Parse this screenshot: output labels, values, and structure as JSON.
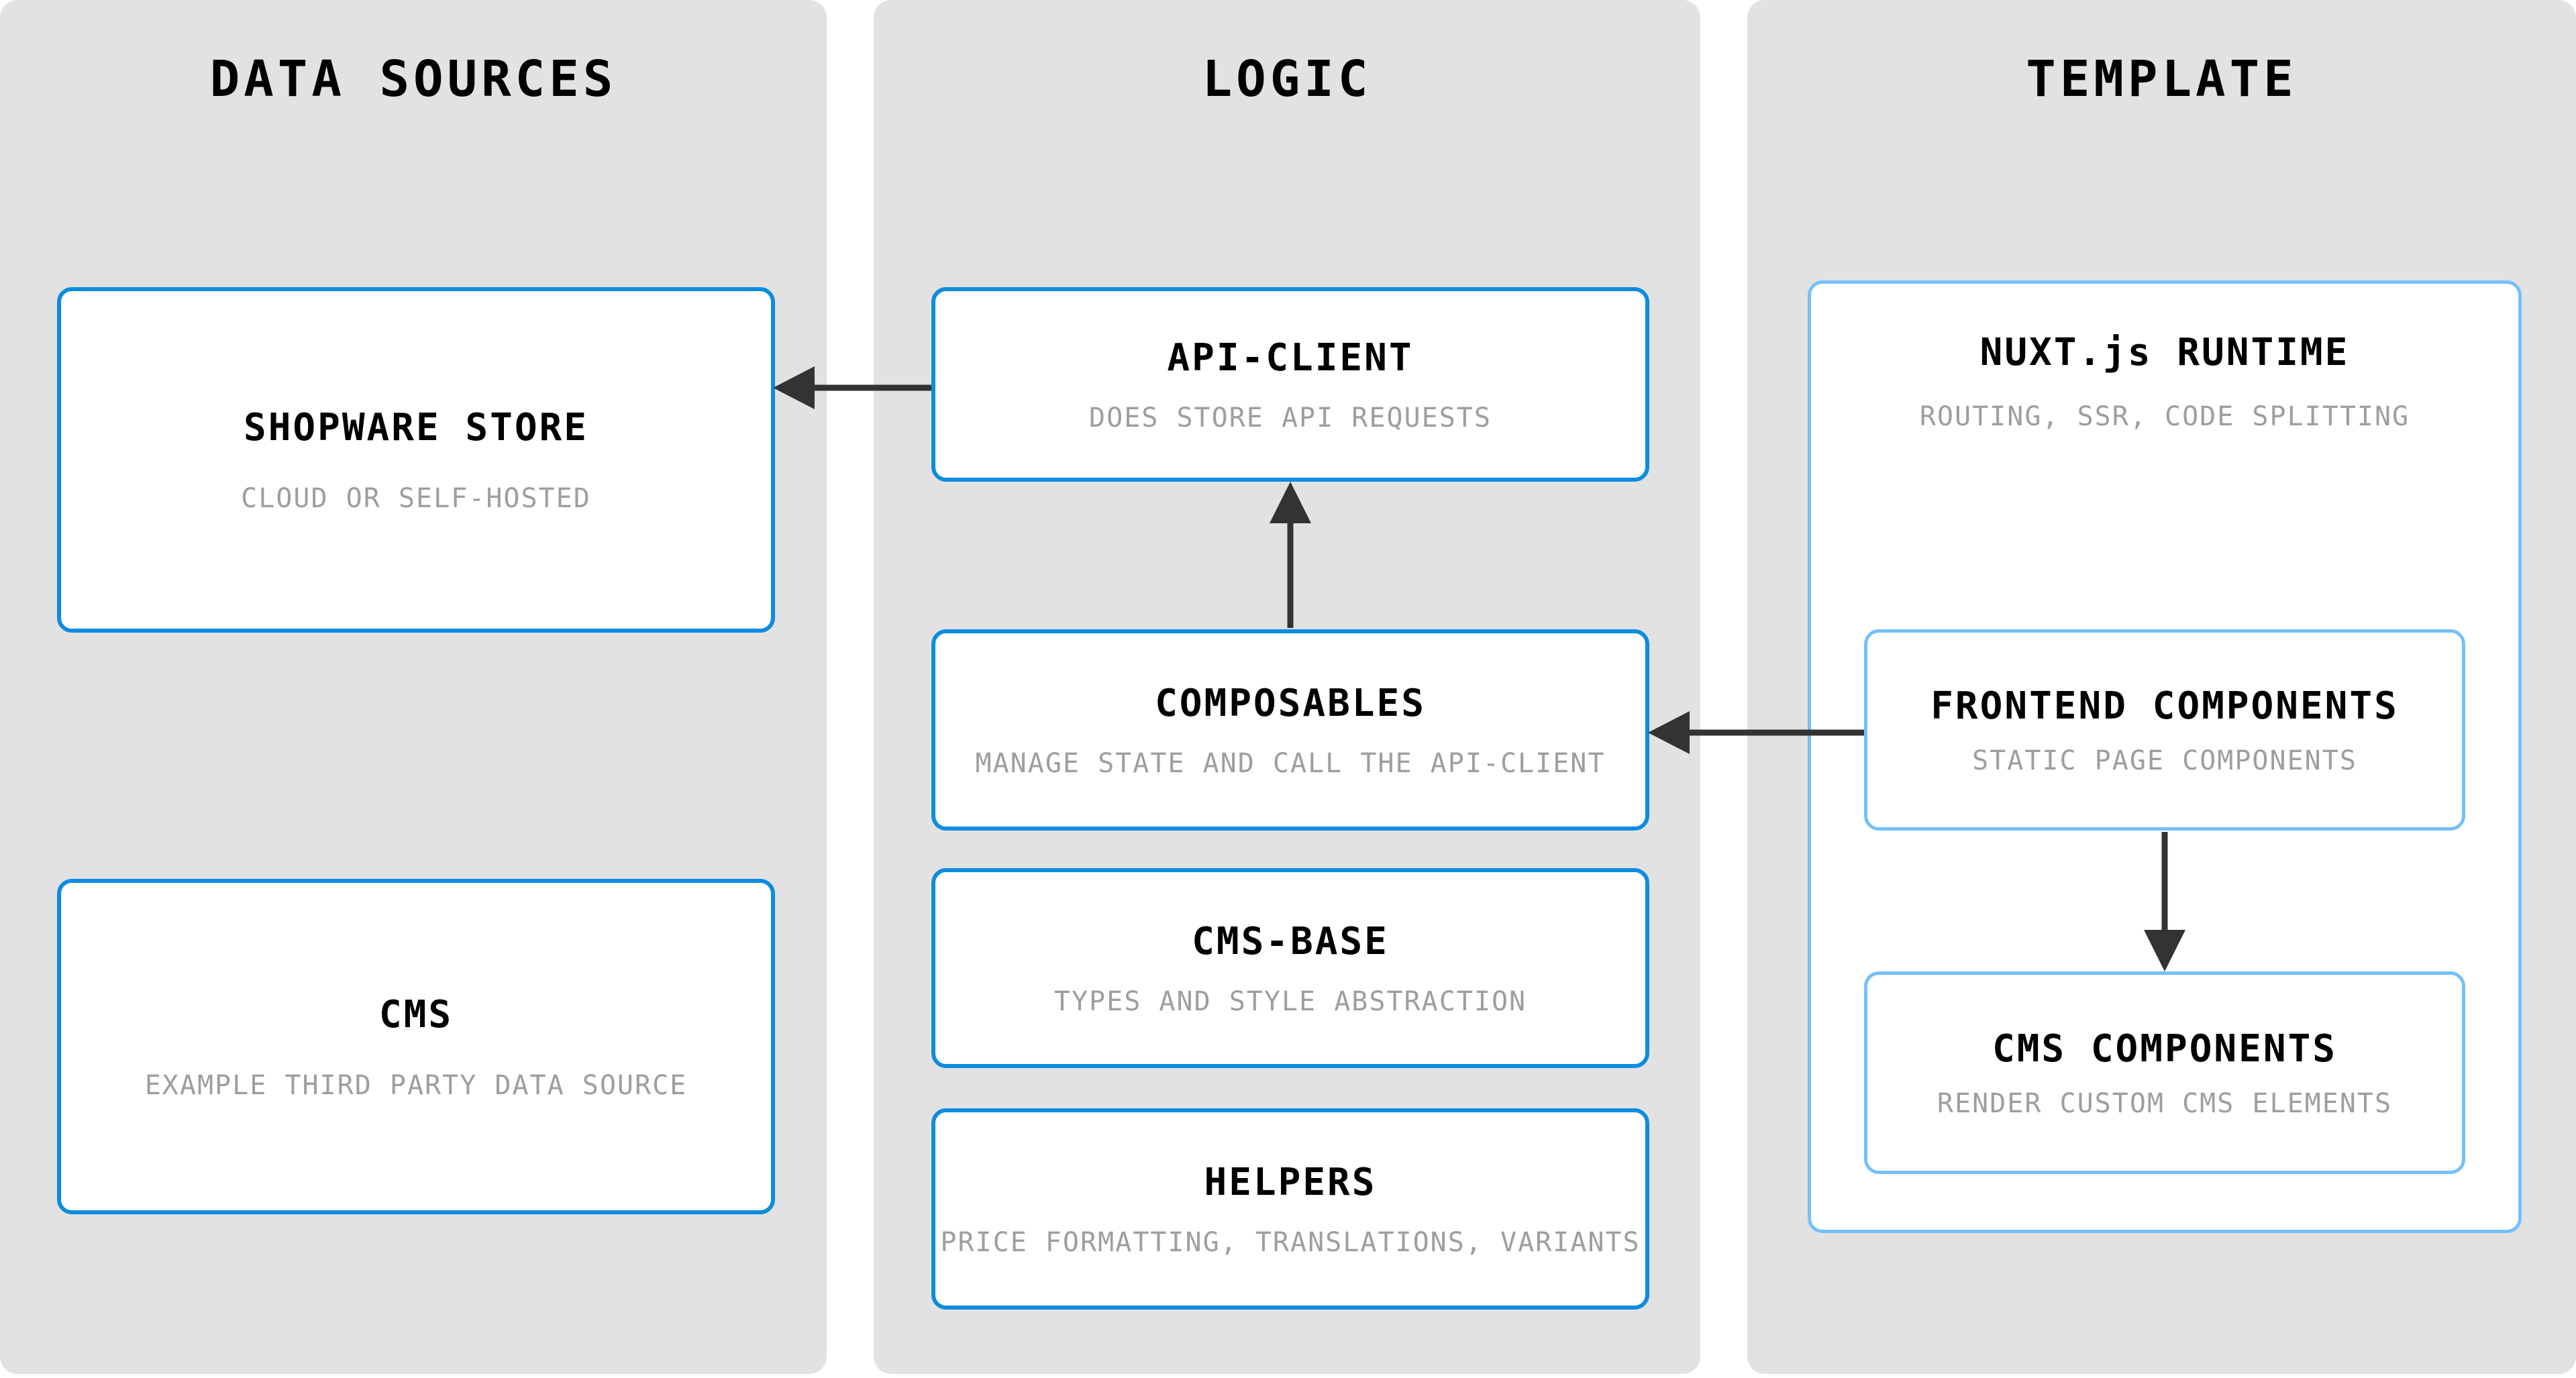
{
  "theme": {
    "page_background": "#ffffff",
    "panel_background": "#e2e2e2",
    "card_background": "#ffffff",
    "card_border_strong": "#0d8ce0",
    "card_border_light": "#74c0fc",
    "title_color": "#000000",
    "subtitle_color": "#9e9e9e",
    "arrow_color": "#333333"
  },
  "lanes": [
    {
      "id": "data-sources",
      "title": "DATA SOURCES"
    },
    {
      "id": "logic",
      "title": "LOGIC"
    },
    {
      "id": "template",
      "title": "TEMPLATE"
    }
  ],
  "nodes": {
    "shopware_store": {
      "title": "SHOPWARE STORE",
      "subtitle": "CLOUD OR SELF-HOSTED"
    },
    "cms": {
      "title": "CMS",
      "subtitle": "EXAMPLE THIRD PARTY DATA SOURCE"
    },
    "api_client": {
      "title": "API-CLIENT",
      "subtitle": "DOES STORE API REQUESTS"
    },
    "composables": {
      "title": "COMPOSABLES",
      "subtitle": "MANAGE STATE AND CALL THE API-CLIENT"
    },
    "cms_base": {
      "title": "CMS-BASE",
      "subtitle": "TYPES AND STYLE ABSTRACTION"
    },
    "helpers": {
      "title": "HELPERS",
      "subtitle": "PRICE FORMATTING, TRANSLATIONS, VARIANTS"
    },
    "nuxt_runtime": {
      "title": "NUXT.js RUNTIME",
      "subtitle": "ROUTING, SSR, CODE SPLITTING"
    },
    "frontend_components": {
      "title": "FRONTEND COMPONENTS",
      "subtitle": "STATIC PAGE COMPONENTS"
    },
    "cms_components": {
      "title": "CMS COMPONENTS",
      "subtitle": "RENDER CUSTOM CMS ELEMENTS"
    }
  },
  "edges": [
    {
      "id": "api-client-to-shopware-store",
      "from": "api_client",
      "to": "shopware_store",
      "direction": "left"
    },
    {
      "id": "composables-to-api-client",
      "from": "composables",
      "to": "api_client",
      "direction": "up"
    },
    {
      "id": "frontend-components-to-composables",
      "from": "frontend_components",
      "to": "composables",
      "direction": "left"
    },
    {
      "id": "frontend-components-to-cms-components",
      "from": "frontend_components",
      "to": "cms_components",
      "direction": "down"
    }
  ]
}
